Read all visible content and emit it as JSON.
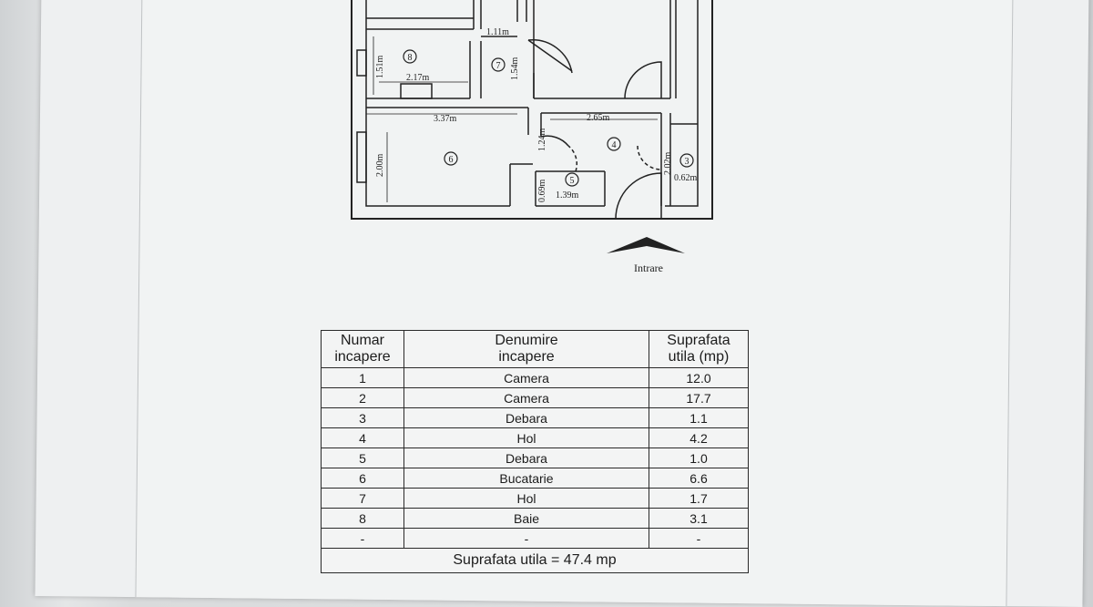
{
  "floorplan": {
    "entrance_label": "Intrare",
    "room_markers": [
      "8",
      "7",
      "6",
      "5",
      "4",
      "3"
    ],
    "dimensions": {
      "d_111": "1.11m",
      "d_151": "1.51m",
      "d_217": "2.17m",
      "d_154": "1.54m",
      "d_337": "3.37m",
      "d_265": "2.65m",
      "d_200": "2.00m",
      "d_124": "1.24m",
      "d_202": "2.02m",
      "d_062": "0.62m",
      "d_069": "0.69m",
      "d_139": "1.39m"
    }
  },
  "table": {
    "headers": {
      "num": "Numar\nincapere",
      "name": "Denumire\nincapere",
      "area": "Suprafata\nutila (mp)"
    },
    "rows": [
      {
        "num": "1",
        "name": "Camera",
        "area": "12.0"
      },
      {
        "num": "2",
        "name": "Camera",
        "area": "17.7"
      },
      {
        "num": "3",
        "name": "Debara",
        "area": "1.1"
      },
      {
        "num": "4",
        "name": "Hol",
        "area": "4.2"
      },
      {
        "num": "5",
        "name": "Debara",
        "area": "1.0"
      },
      {
        "num": "6",
        "name": "Bucatarie",
        "area": "6.6"
      },
      {
        "num": "7",
        "name": "Hol",
        "area": "1.7"
      },
      {
        "num": "8",
        "name": "Baie",
        "area": "3.1"
      },
      {
        "num": "-",
        "name": "-",
        "area": "-"
      }
    ],
    "total": "Suprafata utila = 47.4 mp"
  }
}
